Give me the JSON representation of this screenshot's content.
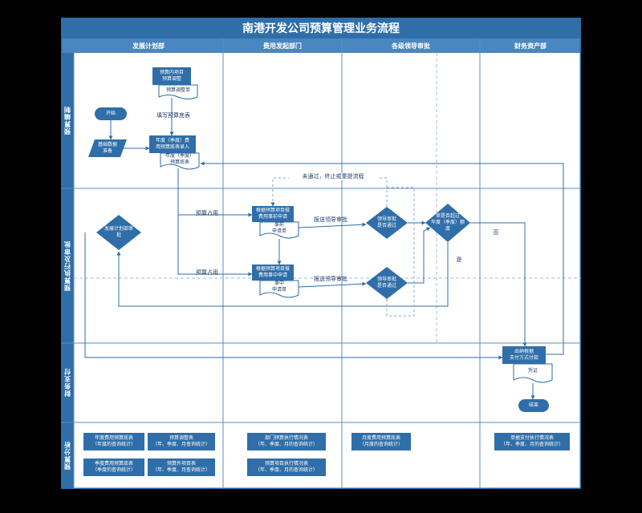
{
  "title": "南港开发公司预算管理业务流程",
  "lanes": [
    "发展计划部",
    "费用发起部门",
    "各级领导审批",
    "财务资产部"
  ],
  "phases": [
    "预算编制",
    "预算执行及审批",
    "财务支付",
    "预算分析"
  ],
  "nodes": {
    "start": "开始",
    "end": "结束",
    "base_data": "基础数据\n准备",
    "intra_adjust": "预算内项目\n预算调整",
    "adjust_sheet": "预算调整单",
    "fill_note": "填写预算底表",
    "annual_entry": "年度（季度）费\n用预算底表录入",
    "annual_table": "年度（季度）\n预算底表",
    "plan_review": "发展计划部审\n批",
    "pre_app": "根据预算项目做\n费用事前申请",
    "pre_doc": "事前\n申请单",
    "mid_app": "根据预算项目做\n费用事中申请",
    "mid_doc": "事中\n申请单",
    "leader1": "领导审批\n是否通过",
    "leader2": "领导审批\n是否通过",
    "over_budget": "审是否超过\n年度（季度）额\n度",
    "pay_by": "出纳根据\n支付方式付款",
    "voucher": "凭证"
  },
  "edge_labels": {
    "occupy1": "预算占用",
    "occupy2": "预算占用",
    "submit1": "报送领导审批",
    "submit2": "报送领导审批",
    "not_passed": "未通过，终止或重提流程",
    "no": "否",
    "yes": "是"
  },
  "analysis": [
    "年度费用预算底表\n（年度的查询统计）",
    "预算调整表\n（年、季度、月查询统计）",
    "季度费用预算底表\n（季度的查询统计）",
    "预算外项目表\n（年、季度、月查询统计）",
    "部门预算执行情况表\n（年、季度、月的查询统计）",
    "预算项目执行情况表\n（年、季度、月的查询统计）",
    "月度费用预算底表\n（月度的查询统计）",
    "单据支付执行情况表\n（年、季度、月的查询统计）"
  ],
  "colors": {
    "primary": "#2f6ea8",
    "header": "#4a86c0",
    "border": "#5a8fc6",
    "light": "#dbe7f4",
    "background": "#000000"
  },
  "icons": [
    "flowchart-decision-diamond",
    "flowchart-document",
    "flowchart-terminator",
    "flowchart-data-parallelogram"
  ]
}
